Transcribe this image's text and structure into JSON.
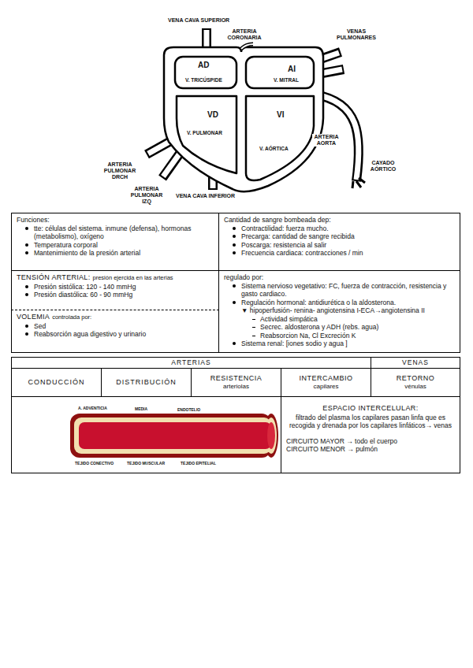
{
  "diagram": {
    "nodes": [
      {
        "text": [
          "Funciones:",
          "tte: células del sistema. inmune (defensa), hormonas (metabolismo), oxígeno",
          "Temperatura corporal",
          "Mantenimiento de la presión arterial"
        ]
      },
      {
        "text": [
          "Cantidad de sangre bombeada dep:",
          "Contractilidad: fuerza mucho.",
          "Precarga: cantidad de sangre recibida",
          "Poscarga: resistencia al salir",
          "Frecuencia cardiaca: contracciones / min"
        ]
      },
      {
        "text": [
          "TENSIÓN ARTERIAL:",
          "presión ejercida en las arterias",
          "Presión sistólica: 120 - 140 mmHg",
          "Presión diastólica: 60 - 90 mmHg"
        ]
      },
      {
        "text": [
          "VOLEMIA",
          "controlada por:",
          "Sed",
          "Reabsorción agua digestivo y urinario"
        ]
      },
      {
        "text": [
          "regulado por:",
          "Sistema nervioso vegetativo: FC, fuerza de contracción, resistencia y gasto cardiaco.",
          "Regulación hormonal: antidiurética o la aldosterona.",
          "▼ hipoperfusión- renina- angiotensina I-ECA→angiotensina II",
          "Actividad simpática",
          "Secrec. aldosterona y ADH (rebs. agua)",
          "Reabsorcion Na, Cl   Excreción K",
          "Sistema renal: [iones sodio y agua ]"
        ]
      },
      {
        "text": [
          "ARTERIAS"
        ]
      },
      {
        "text": [
          "VENAS"
        ]
      },
      {
        "text": [
          "CONDUCCIÓN"
        ]
      },
      {
        "text": [
          "DISTRIBUCIÓN"
        ]
      },
      {
        "text": [
          "RESISTENCIA",
          "arteriolas"
        ]
      },
      {
        "text": [
          "INTERCAMBIO",
          "capilares"
        ]
      },
      {
        "text": [
          "RETORNO",
          "vénulas"
        ]
      },
      {
        "text": [
          "ESPACIO INTERCELULAR:",
          "filtrado del plasma los capilares pasan linfa que es recogida y drenada por los capilares linfáticos→ venas",
          "CIRCUITO MAYOR → todo el cuerpo",
          "CIRCUITO MENOR → pulmón"
        ]
      }
    ],
    "labels": [
      "VENA CAVA SUPERIOR",
      "ARTERIA CORONARIA",
      "VENAS PULMONARES",
      "AD",
      "AI",
      "V. TRICÚSPIDE",
      "V. MITRAL",
      "VD",
      "VI",
      "V. PULMONAR",
      "V. AÓRTICA",
      "ARTERIA AORTA",
      "CAYADO AÓRTICO",
      "ARTERIA PULMONAR DRCH",
      "ARTERIA PULMONAR IZQ",
      "VENA CAVA INFERIOR",
      "A. ADVENTICIA",
      "MEDIA",
      "ENDOTELIO",
      "TEJIDO CONECTIVO",
      "TEJIDO MUSCULAR",
      "TEJIDO EPITELIAL"
    ]
  }
}
